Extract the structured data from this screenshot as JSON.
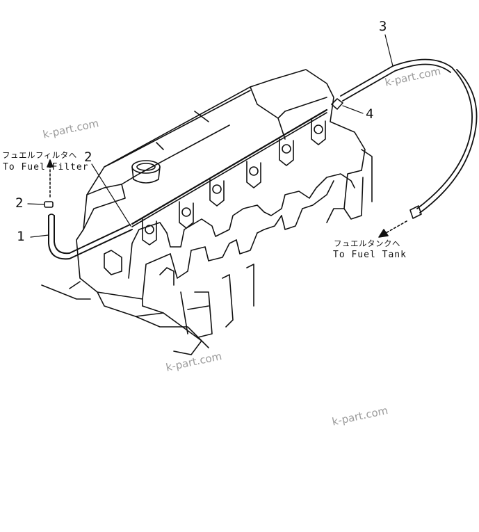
{
  "part_numbers": {
    "p1": "1",
    "p2_left": "2",
    "p2_upper": "2",
    "p3": "3",
    "p4": "4"
  },
  "destinations": {
    "filter_jp": "フュエルフィルタへ",
    "filter_en": "To  Fuel  Filter",
    "tank_jp": "フュエルタンクへ",
    "tank_en": "To  Fuel  Tank"
  },
  "watermarks": [
    "k-part.com",
    "k-part.com",
    "k-part.com",
    "k-part.com"
  ]
}
